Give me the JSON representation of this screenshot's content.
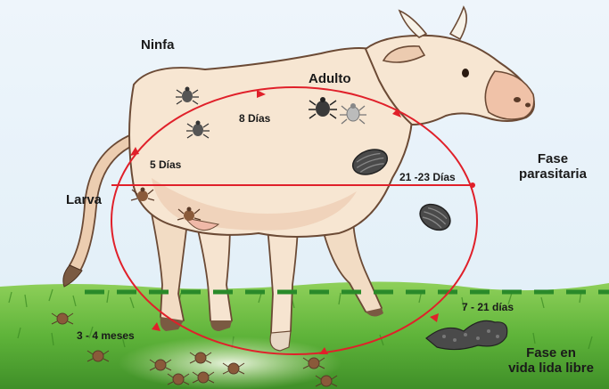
{
  "stages": {
    "nymph": "Ninfa",
    "adult": "Adulto",
    "larva": "Larva"
  },
  "durations": {
    "larva_to_nymph": "5 Días",
    "nymph_to_adult": "8 Días",
    "parasitic_duration": "21 -23 Días",
    "engorged_drop": "7 - 21 días",
    "free_living": "3 - 4 meses"
  },
  "phases": {
    "parasitic_line1": "Fase",
    "parasitic_line2": "parasitaria",
    "free_line1": "Fase en",
    "free_line2": "vida lida libre"
  },
  "colors": {
    "cycle_arrow": "#e0202a",
    "ground_divider": "#2a8a2a",
    "grass": "#5fb43a",
    "sky": "#e6f1f8",
    "cow_body": "#f7e6d2"
  },
  "icons": [
    "tick-icon",
    "engorged-tick-icon",
    "egg-mass-icon",
    "cow-illustration"
  ]
}
